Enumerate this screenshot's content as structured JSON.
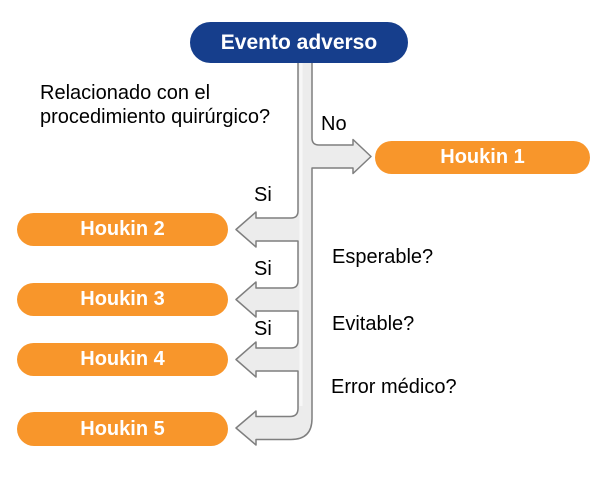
{
  "colors": {
    "root_blue": "#163E8C",
    "outcome_orange": "#F8962B",
    "pipe_fill": "#ECECEC",
    "pipe_stroke": "#7F7F7F",
    "text_black": "#000000",
    "label_white": "#FFFFFF",
    "background": "#FFFFFF"
  },
  "root_node": {
    "label": "Evento adverso"
  },
  "main_question": {
    "line1": "Relacionado con el",
    "line2": "procedimiento quirúrgico?"
  },
  "branch_labels": {
    "no": "No",
    "si_houkin_2": "Si",
    "si_houkin_3": "Si",
    "si_houkin_4": "Si"
  },
  "questions": {
    "esperable": "Esperable?",
    "evitable": "Evitable?",
    "error_medico": "Error médico?"
  },
  "outcomes": [
    {
      "label": "Houkin 1"
    },
    {
      "label": "Houkin 2"
    },
    {
      "label": "Houkin 3"
    },
    {
      "label": "Houkin 4"
    },
    {
      "label": "Houkin 5"
    }
  ]
}
